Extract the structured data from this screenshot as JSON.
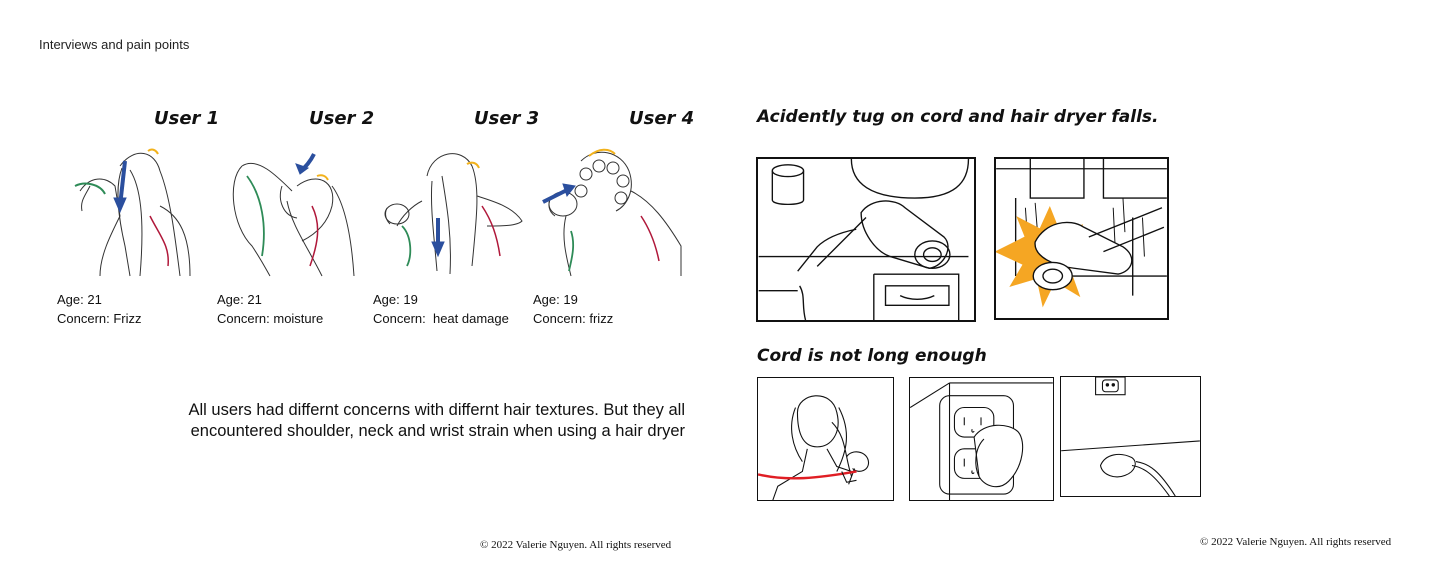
{
  "page": {
    "title": "Interviews and pain points"
  },
  "users": [
    {
      "label": "User 1",
      "age": "Age: 21",
      "concern": "Concern: Frizz"
    },
    {
      "label": "User 2",
      "age": "Age: 21",
      "concern": "Concern: moisture"
    },
    {
      "label": "User 3",
      "age": "Age: 19",
      "concern": "Concern:  heat damage"
    },
    {
      "label": "User 4",
      "age": "Age: 19",
      "concern": "Concern: frizz"
    }
  ],
  "summary": {
    "line1": "All users had differnt concerns with differnt hair textures. But they all",
    "line2": "encountered shoulder, neck and wrist strain when using a hair dryer"
  },
  "storyboard": {
    "section1_title": "Acidently tug on cord and hair dryer falls.",
    "section2_title": "Cord is not long enough"
  },
  "copyright": {
    "left": "© 2022 Valerie Nguyen. All rights reserved",
    "right": "© 2022 Valerie Nguyen. All rights reserved"
  },
  "colors": {
    "arrow_blue": "#2b4f9e",
    "arrow_yellow": "#f2b21c",
    "line_green": "#2e8b57",
    "line_red": "#b0183a",
    "cord_red": "#e01e24",
    "impact_orange": "#f5a623"
  }
}
